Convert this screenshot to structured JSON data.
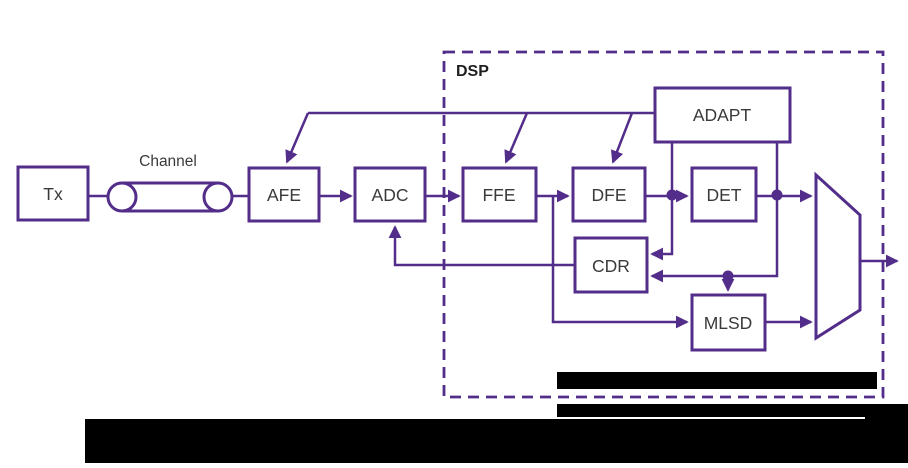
{
  "colors": {
    "diagram_purple": "#532d8a",
    "block_text": "#3a3a3a",
    "dsp_label_text": "#1f1f1f",
    "redaction_black": "#000000",
    "background": "#ffffff"
  },
  "dsp_region": {
    "label": "DSP"
  },
  "blocks": {
    "tx": {
      "label": "Tx"
    },
    "channel": {
      "label": "Channel"
    },
    "afe": {
      "label": "AFE"
    },
    "adc": {
      "label": "ADC"
    },
    "ffe": {
      "label": "FFE"
    },
    "dfe": {
      "label": "DFE"
    },
    "adapt": {
      "label": "ADAPT"
    },
    "det": {
      "label": "DET"
    },
    "cdr": {
      "label": "CDR"
    },
    "mlsd": {
      "label": "MLSD"
    }
  },
  "connections": [
    "Tx -> Channel",
    "Channel -> AFE",
    "AFE -> ADC",
    "ADC -> FFE",
    "FFE -> DFE",
    "DFE -> DET (via junction)",
    "DET -> MUX (via junction)",
    "ADAPT -> AFE",
    "ADAPT -> FFE",
    "ADAPT -> DFE",
    "ADAPT taps DFE-output junction",
    "ADAPT taps DET-output junction",
    "DFE-output junction -> CDR",
    "DET-output junction -> CDR",
    "DET-output junction -> MLSD (top)",
    "CDR -> ADC",
    "FFE output -> MLSD (left)",
    "MLSD -> MUX",
    "MUX -> output"
  ],
  "redactions": {
    "note": "black censor bars",
    "count": 3
  }
}
